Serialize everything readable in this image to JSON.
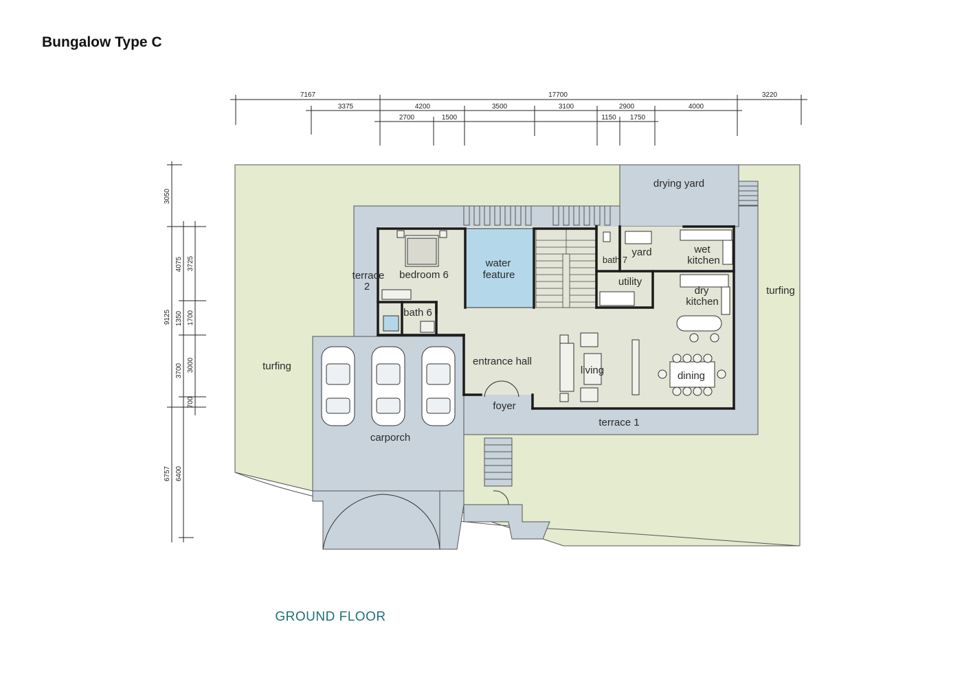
{
  "title": "Bungalow Type C",
  "floor_label": "GROUND FLOOR",
  "rooms": {
    "drying_yard": "drying yard",
    "yard": "yard",
    "wet_kitchen_1": "wet",
    "wet_kitchen_2": "kitchen",
    "bath7": "bath 7",
    "utility": "utility",
    "dry_kitchen_1": "dry",
    "dry_kitchen_2": "kitchen",
    "turfing_right": "turfing",
    "turfing_left": "turfing",
    "terrace2_1": "terrace",
    "terrace2_2": "2",
    "bedroom6": "bedroom 6",
    "water_feature_1": "water",
    "water_feature_2": "feature",
    "bath6": "bath 6",
    "entrance_hall": "entrance hall",
    "living": "living",
    "dining": "dining",
    "foyer": "foyer",
    "terrace1": "terrace 1",
    "carporch": "carporch"
  },
  "dimensions": {
    "top_row1": [
      "7167",
      "17700",
      "3220"
    ],
    "top_row2": [
      "3375",
      "4200",
      "3500",
      "3100",
      "2900",
      "4000"
    ],
    "top_row3": [
      "2700",
      "1500",
      "1150",
      "1750"
    ],
    "left_outer": [
      "3050",
      "9125",
      "6757"
    ],
    "left_mid": [
      "4075",
      "1350",
      "3700",
      "6400"
    ],
    "left_inner": [
      "3725",
      "1700",
      "3000",
      "700"
    ]
  },
  "colors": {
    "turf": "#e4ebcf",
    "paving": "#c8d3dc",
    "interior": "#e3e5d6",
    "water": "#b5d7ea",
    "floor_label": "#1f6f73"
  }
}
